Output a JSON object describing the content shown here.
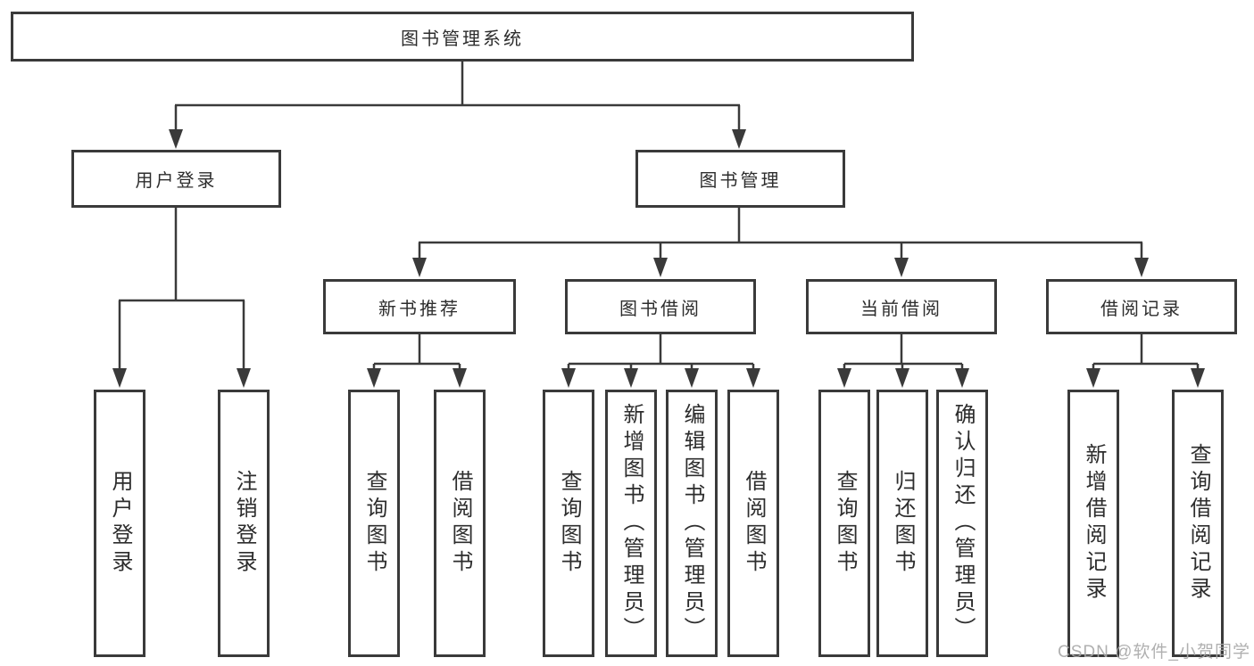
{
  "diagram": {
    "title": "图书管理系统",
    "colors": {
      "line": "#3a3a3a",
      "text": "#2d2d2d",
      "box_background": "#ffffff",
      "watermark": "#a8a8a8"
    },
    "tree": {
      "root": "图书管理系统",
      "branches": [
        {
          "label": "用户登录",
          "children": [
            "用户登录",
            "注销登录"
          ]
        },
        {
          "label": "图书管理",
          "sections": [
            {
              "label": "新书推荐",
              "children": [
                "查询图书",
                "借阅图书"
              ]
            },
            {
              "label": "图书借阅",
              "children": [
                "查询图书",
                "新增图书（管理员）",
                "编辑图书（管理员）",
                "借阅图书"
              ]
            },
            {
              "label": "当前借阅",
              "children": [
                "查询图书",
                "归还图书",
                "确认归还（管理员）"
              ]
            },
            {
              "label": "借阅记录",
              "children": [
                "新增借阅记录",
                "查询借阅记录"
              ]
            }
          ]
        }
      ]
    },
    "watermark": "CSDN @软件_小贺同学"
  }
}
